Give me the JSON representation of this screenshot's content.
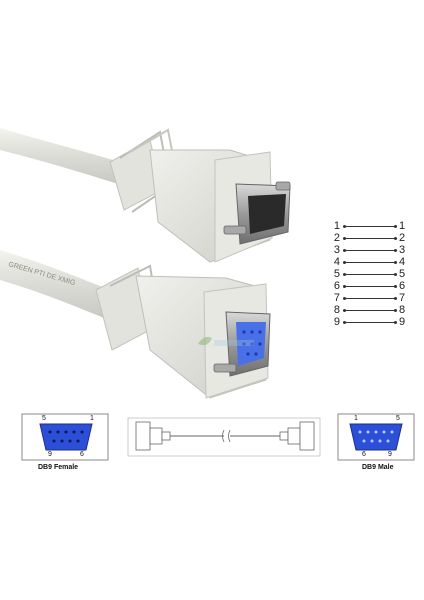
{
  "pinout": {
    "rows": [
      {
        "left": "1",
        "right": "1"
      },
      {
        "left": "2",
        "right": "2"
      },
      {
        "left": "3",
        "right": "3"
      },
      {
        "left": "4",
        "right": "4"
      },
      {
        "left": "5",
        "right": "5"
      },
      {
        "left": "6",
        "right": "6"
      },
      {
        "left": "7",
        "right": "7"
      },
      {
        "left": "8",
        "right": "8"
      },
      {
        "left": "9",
        "right": "9"
      }
    ]
  },
  "diagram": {
    "female_caption": "DB9 Female",
    "male_caption": "DB9 Male",
    "female_pins": {
      "top_left": "5",
      "top_right": "1",
      "bottom_left": "9",
      "bottom_right": "6"
    },
    "male_pins": {
      "top_left": "1",
      "top_right": "5",
      "bottom_left": "6",
      "bottom_right": "9"
    }
  },
  "cable_print": "GREEN PTI DE XMIG",
  "colors": {
    "cable": "#e6e6e0",
    "connector_blue": "#2c4fd8",
    "background": "#ffffff"
  }
}
